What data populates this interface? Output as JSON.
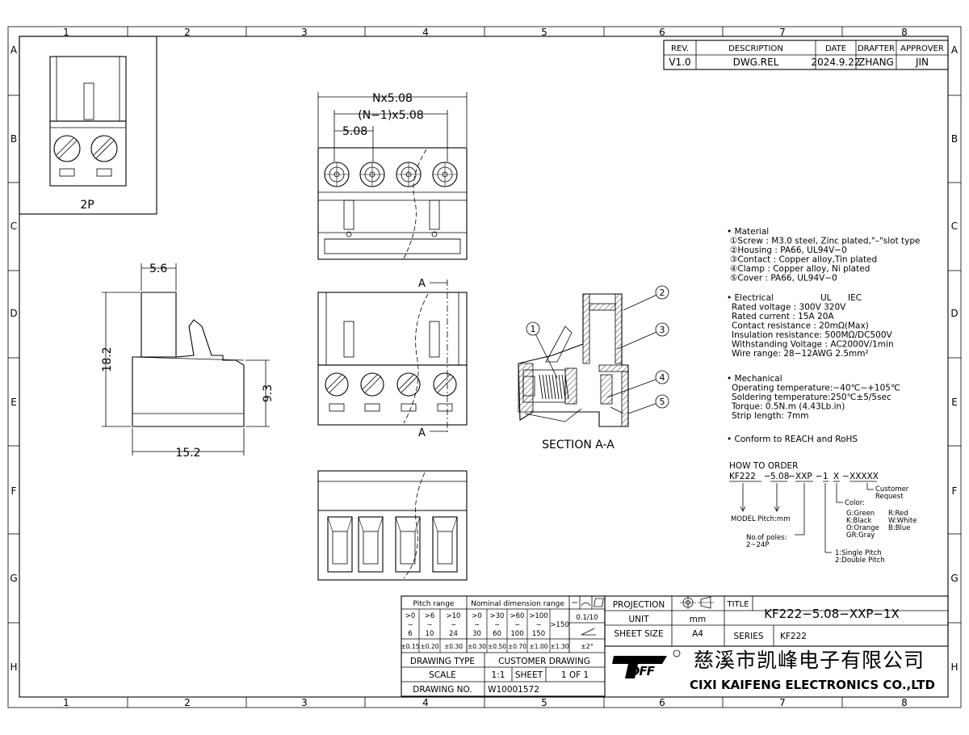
{
  "frame": {
    "columns": [
      "1",
      "2",
      "3",
      "4",
      "5",
      "6",
      "7",
      "8"
    ],
    "rows": [
      "A",
      "B",
      "C",
      "D",
      "E",
      "F",
      "G",
      "H"
    ]
  },
  "revision": {
    "headers": [
      "REV.",
      "DESCRIPTION",
      "DATE",
      "DRAFTER",
      "APPROVER"
    ],
    "row": [
      "V1.0",
      "DWG.REL",
      "2024.9.22",
      "ZHANG",
      "JIN"
    ]
  },
  "views": {
    "detail_label": "2P",
    "dim_n_pitch": "Nx5.08",
    "dim_n_minus_1": "(N−1)x5.08",
    "dim_pitch": "5.08",
    "dim_5_6": "5.6",
    "dim_18_2": "18.2",
    "dim_9_3": "9.3",
    "dim_15_2": "15.2",
    "section_marker": "A",
    "section_title": "SECTION A-A",
    "callouts": [
      "1",
      "2",
      "3",
      "4",
      "5"
    ]
  },
  "specs": {
    "material_title": "• Material",
    "material": [
      "①Screw : M3.0 steel, Zinc plated,\"–\"slot type",
      "②Housing : PA66, UL94V−0",
      "③Contact : Copper alloy,Tin plated",
      "④Clamp : Copper alloy, Ni plated",
      "⑤Cover : PA66, UL94V−0"
    ],
    "electrical_title": "• Electrical",
    "electrical_ul": "UL",
    "electrical_iec": "IEC",
    "electrical": [
      "Rated voltage : 300V     320V",
      "Rated current : 15A        20A",
      "Contact resistance : 20mΩ(Max)",
      "Insulation resistance: 500MΩ/DC500V",
      "Withstanding Voltage : AC2000V/1min",
      "Wire range: 28−12AWG   2.5mm²"
    ],
    "mechanical_title": "• Mechanical",
    "mechanical": [
      "Operating temperature:−40℃∼+105℃",
      "Soldering temperature:250℃±5/5sec",
      "Torque: 0.5N.m (4.43Lb.in)",
      "Strip length: 7mm"
    ],
    "reach": "• Conform to REACH and RoHS"
  },
  "order": {
    "title": "HOW TO ORDER",
    "code_parts": [
      "KF222",
      "5.08",
      "XXP",
      "1",
      "X",
      "XXXXX"
    ],
    "customer": [
      "Customer",
      "Request"
    ],
    "color_title": "Color:",
    "colors": [
      [
        "G:Green",
        "R:Red"
      ],
      [
        "K:Black",
        "W:White"
      ],
      [
        "O:Orange",
        "B:Blue"
      ],
      [
        "GR:Gray",
        ""
      ]
    ],
    "model": "MODEL  Pitch:mm",
    "poles": [
      "No.of poles:",
      "2~24P"
    ],
    "pitch_opts": [
      "1:Single Pitch",
      "2:Double Pitch"
    ]
  },
  "tolerance": {
    "pitch_range": "Pitch range",
    "nominal": "Nominal dimension range",
    "pitch_cells": [
      [
        ">0",
        "6"
      ],
      [
        ">6",
        "10"
      ],
      [
        ">10",
        "24"
      ]
    ],
    "nominal_cells": [
      [
        ">0",
        "30"
      ],
      [
        ">30",
        "60"
      ],
      [
        ">60",
        "100"
      ],
      [
        ">100",
        "150"
      ]
    ],
    "gt150": ">150",
    "angle_unit": "0.1/10",
    "values": [
      "±0.15",
      "±0.20",
      "±0.30",
      "±0.30",
      "±0.50",
      "±0.70",
      "±1.00",
      "±1.30"
    ],
    "angle_tol": "±2°"
  },
  "title_block": {
    "drawing_type_label": "DRAWING TYPE",
    "drawing_type": "CUSTOMER DRAWING",
    "scale_label": "SCALE",
    "scale": "1:1",
    "sheet_label": "SHEET",
    "sheet": "1 OF 1",
    "drawing_no_label": "DRAWING NO.",
    "drawing_no": "W10001572",
    "projection_label": "PROJECTION",
    "unit_label": "UNIT",
    "unit": "mm",
    "sheet_size_label": "SHEET SIZE",
    "sheet_size": "A4",
    "title_label": "TITLE",
    "title": "KF222−5.08−XXP−1X",
    "series_label": "SERIES",
    "series": "KF222",
    "company_cn": "慈溪市凯峰电子有限公司",
    "company_en": "CIXI KAIFENG ELECTRONICS CO.,LTD",
    "logo_text": "DFF"
  }
}
